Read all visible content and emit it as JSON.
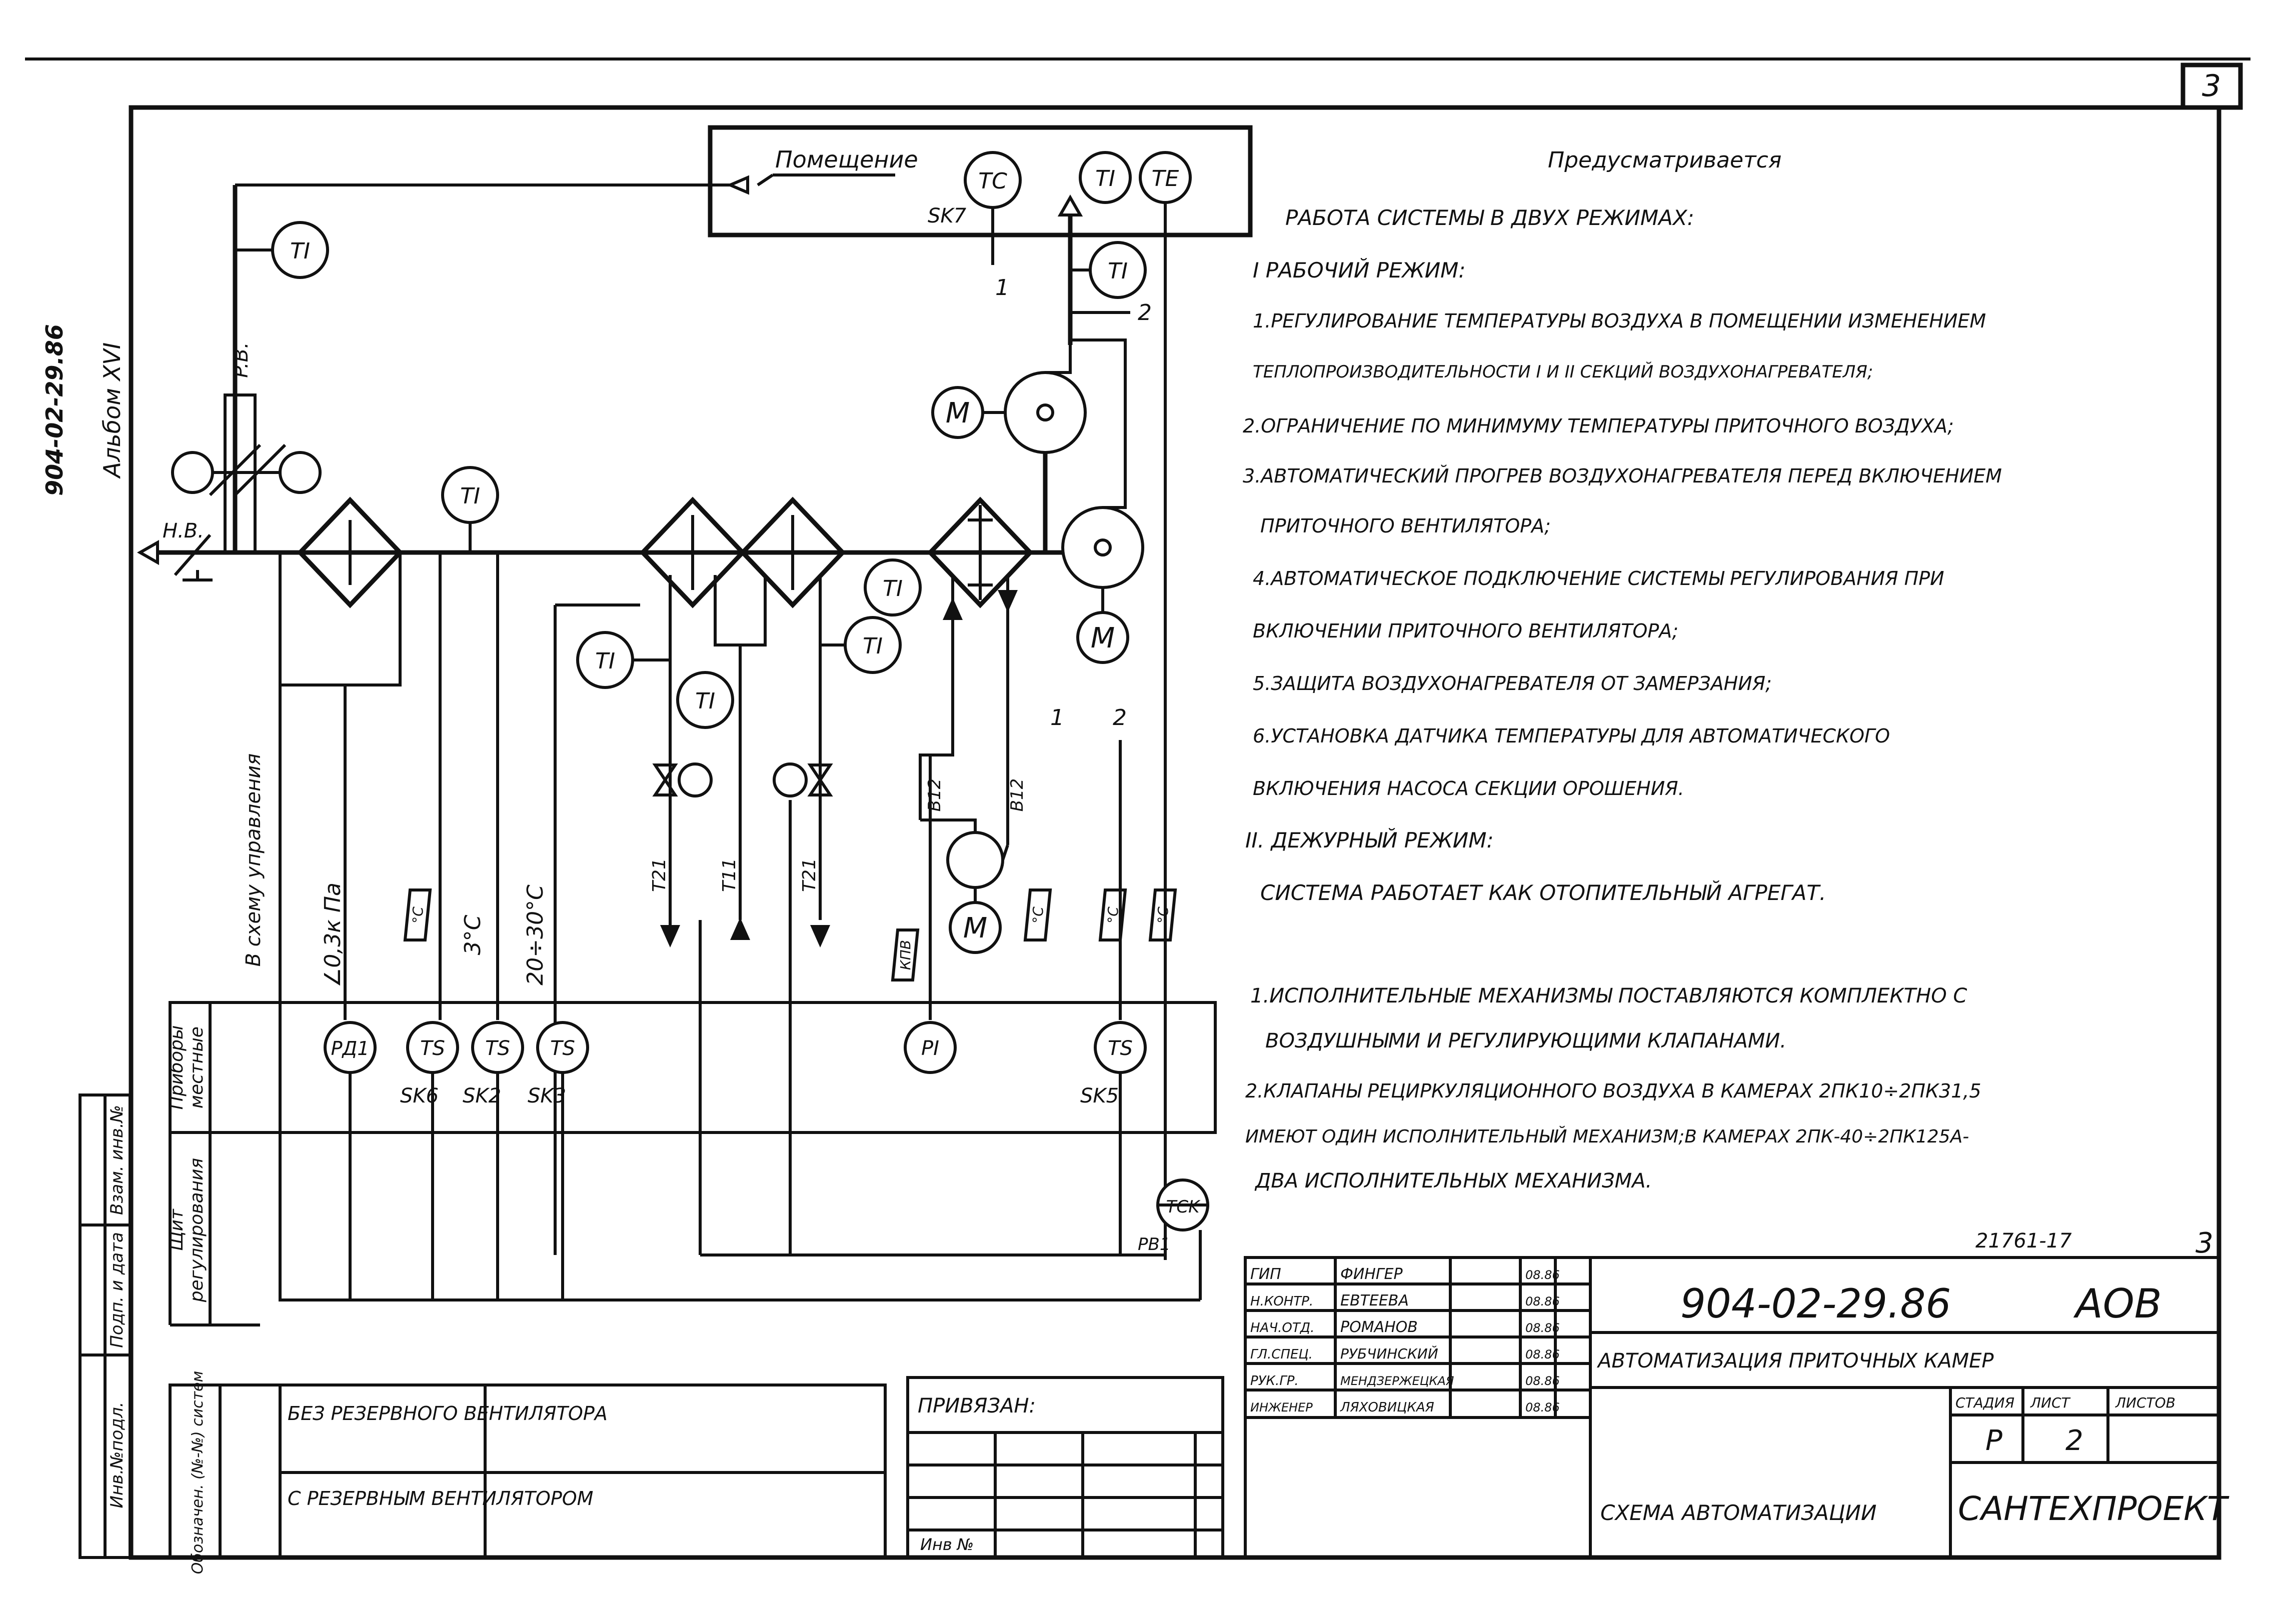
{
  "sheet_no": "3",
  "side": {
    "doc_no": "904-02-29.86",
    "album": "Альбом XVI"
  },
  "left_stamp": [
    "Взам. инв.№",
    "Подп. и дата",
    "Инв.№подл."
  ],
  "diagram": {
    "room": "Помещение",
    "instruments": {
      "tc": "TC",
      "ti": "TI",
      "te": "TE",
      "ts": "TS",
      "pi": "PI",
      "pd1": "PД1",
      "tck": "TCK",
      "m": "M",
      "sk7": "SK7",
      "sk6": "SK6",
      "sk2": "SK2",
      "sk3": "SK3",
      "sk5": "SK5",
      "pb1": "PB1",
      "pb": "P.B.",
      "nb": "H.B.",
      "b12": "B12",
      "t21": "T21",
      "t11": "T11",
      "kpb": "КПВ",
      "degc": "°C",
      "one": "1",
      "two": "2"
    },
    "vertical_note": "В схему управления",
    "values": {
      "pressure": "∠0,3к Па",
      "t3": "3°C",
      "trange": "20÷30°C"
    },
    "rows": {
      "local_1": "Приборы",
      "local_2": "местные",
      "panel_1": "Щит",
      "panel_2": "регулирования"
    }
  },
  "notes": {
    "heading": "Предусматривается",
    "lines": [
      "Работа системы в двух режимах:",
      "I Рабочий режим:",
      "1.Регулирование температуры воздуха в помещении изменением",
      "теплопроизводительности I и II секций воздухонагревателя;",
      "2.Ограничение по минимуму температуры приточного воздуха;",
      "3.Автоматический прогрев воздухонагревателя перед включением",
      "приточного вентилятора;",
      "4.Автоматическое подключение системы регулирования при",
      "включении приточного вентилятора;",
      "5.Защита воздухонагревателя от замерзания;",
      "6.Установка датчика температуры для автоматического",
      "включения насоса секции орошения.",
      "II. Дежурный режим:",
      "Система работает как отопительный агрегат."
    ],
    "footnotes": [
      "1.Исполнительные механизмы поставляются комплектно с",
      "воздушными и регулирующими клапанами.",
      "2.Клапаны рециркуляционного воздуха в камерах 2ПК10÷2ПК31,5",
      "имеют один исполнительный механизм;в камерах 2ПК-40÷2ПК125А-",
      "два исполнительных механизма."
    ]
  },
  "legend": {
    "header": "Обозначен. (№-№) систем",
    "rows": [
      "Без резервного вентилятора",
      "С резервным вентилятором"
    ]
  },
  "binding": {
    "title": "Привязан:",
    "inv": "Инв №"
  },
  "title_block": {
    "ref_no": "21761-17",
    "sheet_corner": "3",
    "code": "904-02-29.86",
    "mark": "АОВ",
    "subtitle": "Автоматизация приточных камер",
    "drawing_title": "Схема автоматизации",
    "stage_header": "Стадия",
    "sheet_header": "Лист",
    "sheets_header": "Листов",
    "stage": "Р",
    "sheet": "2",
    "company": "САНТЕХПРОЕКТ",
    "signatures": [
      {
        "role": "ГИП",
        "name": "Фингер",
        "date": "08.86"
      },
      {
        "role": "Н.контр.",
        "name": "Евтеева",
        "date": "08.86"
      },
      {
        "role": "Нач.отд.",
        "name": "Романов",
        "date": "08.86"
      },
      {
        "role": "Гл.спец.",
        "name": "Рубчинский",
        "date": "08.86"
      },
      {
        "role": "Рук.гр.",
        "name": "Мендзержецкая",
        "date": "08.86"
      },
      {
        "role": "Инженер",
        "name": "Ляховицкая",
        "date": "08.86"
      }
    ]
  }
}
